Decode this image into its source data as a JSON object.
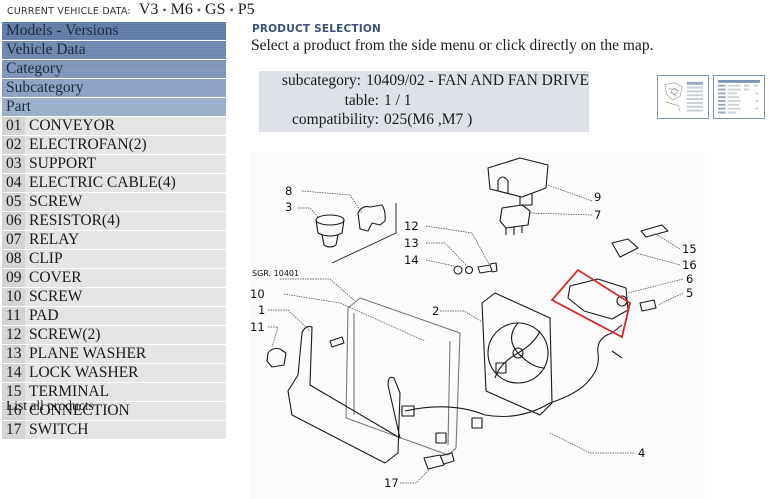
{
  "vehicle": {
    "label": "CURRENT VEHICLE DATA:",
    "codes": [
      "V3",
      "M6",
      "GS",
      "P5"
    ],
    "separator": "•"
  },
  "menu": {
    "headers": [
      "Models - Versions",
      "Vehicle Data",
      "Category",
      "Subcategory",
      "Part"
    ],
    "parts": [
      {
        "num": "01",
        "name": "CONVEYOR"
      },
      {
        "num": "02",
        "name": "ELECTROFAN(2)"
      },
      {
        "num": "03",
        "name": "SUPPORT"
      },
      {
        "num": "04",
        "name": "ELECTRIC CABLE(4)"
      },
      {
        "num": "05",
        "name": "SCREW"
      },
      {
        "num": "06",
        "name": "RESISTOR(4)"
      },
      {
        "num": "07",
        "name": "RELAY"
      },
      {
        "num": "08",
        "name": "CLIP"
      },
      {
        "num": "09",
        "name": "COVER"
      },
      {
        "num": "10",
        "name": "SCREW"
      },
      {
        "num": "11",
        "name": "PAD"
      },
      {
        "num": "12",
        "name": "SCREW(2)"
      },
      {
        "num": "13",
        "name": "PLANE WASHER"
      },
      {
        "num": "14",
        "name": "LOCK WASHER"
      },
      {
        "num": "15",
        "name": "TERMINAL"
      },
      {
        "num": "16",
        "name": "CONNECTION"
      },
      {
        "num": "17",
        "name": "SWITCH"
      }
    ],
    "list_all": "List all products"
  },
  "product": {
    "title": "PRODUCT SELECTION",
    "subtitle": "Select a product from the side menu or click directly on the map."
  },
  "info": {
    "rows": [
      {
        "key": "subcategory:",
        "value": "10409/02 - FAN AND FAN DRIVE"
      },
      {
        "key": "table:",
        "value": "1 / 1"
      },
      {
        "key": "compatibility:",
        "value": "025(M6 ,M7 )"
      }
    ]
  },
  "thumbnails": [
    {
      "name": "drawing-view"
    },
    {
      "name": "table-view"
    }
  ],
  "diagram": {
    "group_label": "SGR. 10401",
    "callouts": [
      "1",
      "2",
      "3",
      "4",
      "5",
      "6",
      "7",
      "8",
      "9",
      "10",
      "11",
      "12",
      "13",
      "14",
      "15",
      "16",
      "17"
    ],
    "highlighted_part": "6",
    "highlight_color": "#d42a2a"
  }
}
